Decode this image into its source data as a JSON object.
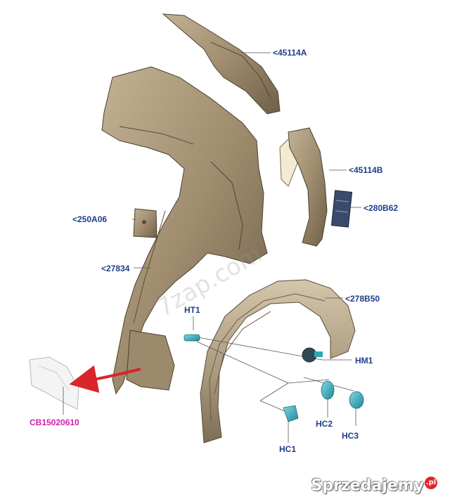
{
  "labels": {
    "l45114A": "<45114A",
    "l45114B": "<45114B",
    "l280B62": "<280B62",
    "l250A06": "<250A06",
    "l27834": "<27834",
    "l278B50": "<278B50",
    "HT1": "HT1",
    "HM1": "HM1",
    "HC1": "HC1",
    "HC2": "HC2",
    "HC3": "HC3",
    "CB": "CB15020610"
  },
  "watermark": "7zap.com",
  "brand": {
    "name": "Sprzedajemy",
    "suffix": ".pl"
  },
  "colors": {
    "label_blue": "#1f3d8a",
    "label_magenta": "#cc22aa",
    "part_fill": "#a89679",
    "part_dark": "#6f604a",
    "clip_teal": "#2fa6b3",
    "arrow_red": "#d8262b"
  }
}
